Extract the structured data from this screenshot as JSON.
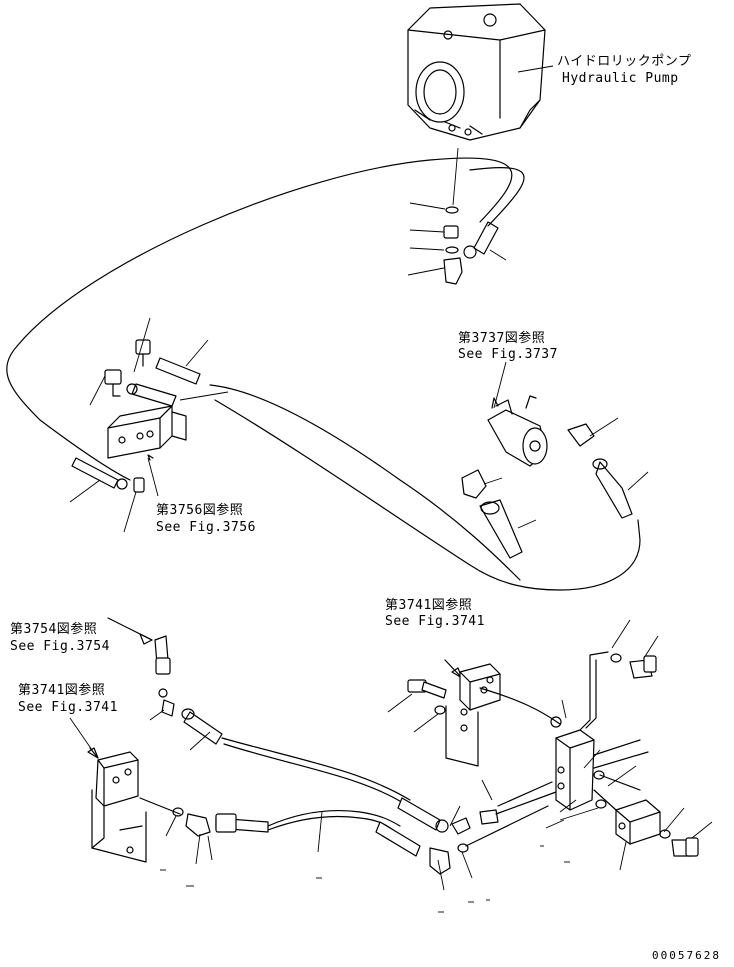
{
  "labels": {
    "pump_jp": "ハイドロリックポンプ",
    "pump_en": "Hydraulic Pump",
    "ref_3737_jp": "第3737図参照",
    "ref_3737_en": "See Fig.3737",
    "ref_3756_jp": "第3756図参照",
    "ref_3756_en": "See Fig.3756",
    "ref_3741a_jp": "第3741図参照",
    "ref_3741a_en": "See Fig.3741",
    "ref_3754_jp": "第3754図参照",
    "ref_3754_en": "See Fig.3754",
    "ref_3741b_jp": "第3741図参照",
    "ref_3741b_en": "See Fig.3741",
    "drawing_number": "00057628"
  }
}
